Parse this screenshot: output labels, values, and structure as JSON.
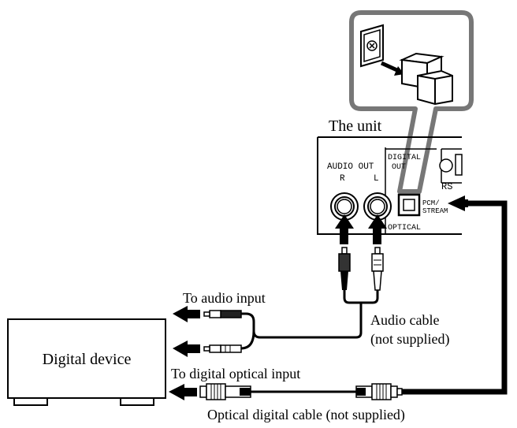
{
  "unit_label": "The unit",
  "panel": {
    "audio_out": "AUDIO OUT",
    "channel_r": "R",
    "channel_l": "L",
    "digital_out_line1": "DIGITAL",
    "digital_out_line2": "OUT",
    "optical": "OPTICAL",
    "pcm_stream_line1": "PCM/",
    "pcm_stream_line2": "STREAM",
    "rs": "RS"
  },
  "labels": {
    "to_audio_input": "To audio input",
    "audio_cable_line1": "Audio cable",
    "audio_cable_line2": "(not supplied)",
    "digital_device": "Digital device",
    "to_digital_optical_input": "To digital optical input",
    "optical_cable": "Optical digital cable (not supplied)"
  },
  "colors": {
    "ink": "#000000",
    "callout": "#777777",
    "paper": "#ffffff"
  }
}
